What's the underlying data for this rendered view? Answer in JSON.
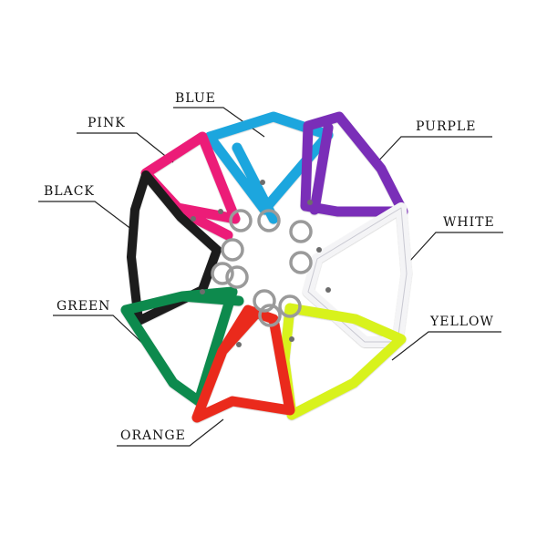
{
  "labels": {
    "blue": "BLUE",
    "pink": "PINK",
    "purple": "PURPLE",
    "black": "BLACK",
    "white": "WHITE",
    "green": "GREEN",
    "yellow": "YELLOW",
    "orange": "ORANGE"
  },
  "colors": {
    "blue": "#1fa6de",
    "pink": "#ec1f78",
    "purple": "#7a2fb8",
    "black": "#1a1a1a",
    "white": "#f4f4f6",
    "green": "#0f8a4e",
    "yellow": "#d8f21e",
    "orange": "#ea2a1c",
    "ring": "#9a9a9a",
    "line": "#222222"
  }
}
